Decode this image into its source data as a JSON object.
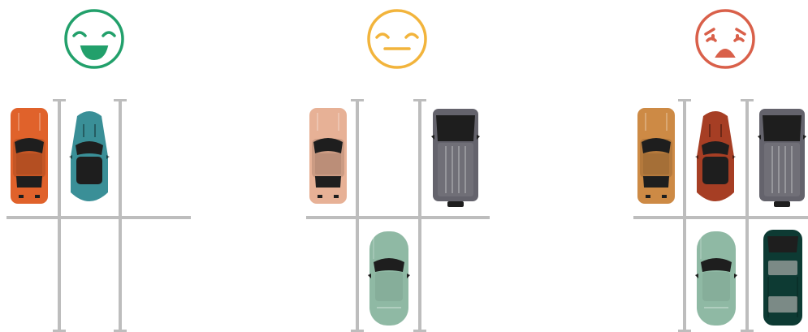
{
  "colors": {
    "happy": "#22a06b",
    "neutral": "#f2b43c",
    "sad": "#d9604a",
    "grid_line": "#bdbdbd",
    "car_glass": "#1e1e1e"
  },
  "scenarios": [
    {
      "mood": "happy",
      "face_icon": "happy-face-icon",
      "cars": [
        {
          "icon": "coupe-icon",
          "color": "#e0622b"
        },
        {
          "icon": "sports-car-icon",
          "color": "#3a8f97"
        }
      ]
    },
    {
      "mood": "neutral",
      "face_icon": "neutral-face-icon",
      "cars": [
        {
          "icon": "coupe-icon",
          "color": "#e7b196"
        },
        {
          "icon": "suv-icon",
          "color": "#64636c"
        },
        {
          "icon": "sedan-icon",
          "color": "#8fb9a4"
        }
      ]
    },
    {
      "mood": "sad",
      "face_icon": "sad-face-icon",
      "cars": [
        {
          "icon": "coupe-icon",
          "color": "#cd8a45"
        },
        {
          "icon": "sports-car-icon",
          "color": "#a63e24"
        },
        {
          "icon": "suv-icon",
          "color": "#64636c"
        },
        {
          "icon": "sedan-icon",
          "color": "#8fb9a4"
        },
        {
          "icon": "van-icon",
          "color": "#0d3a33"
        }
      ]
    }
  ]
}
